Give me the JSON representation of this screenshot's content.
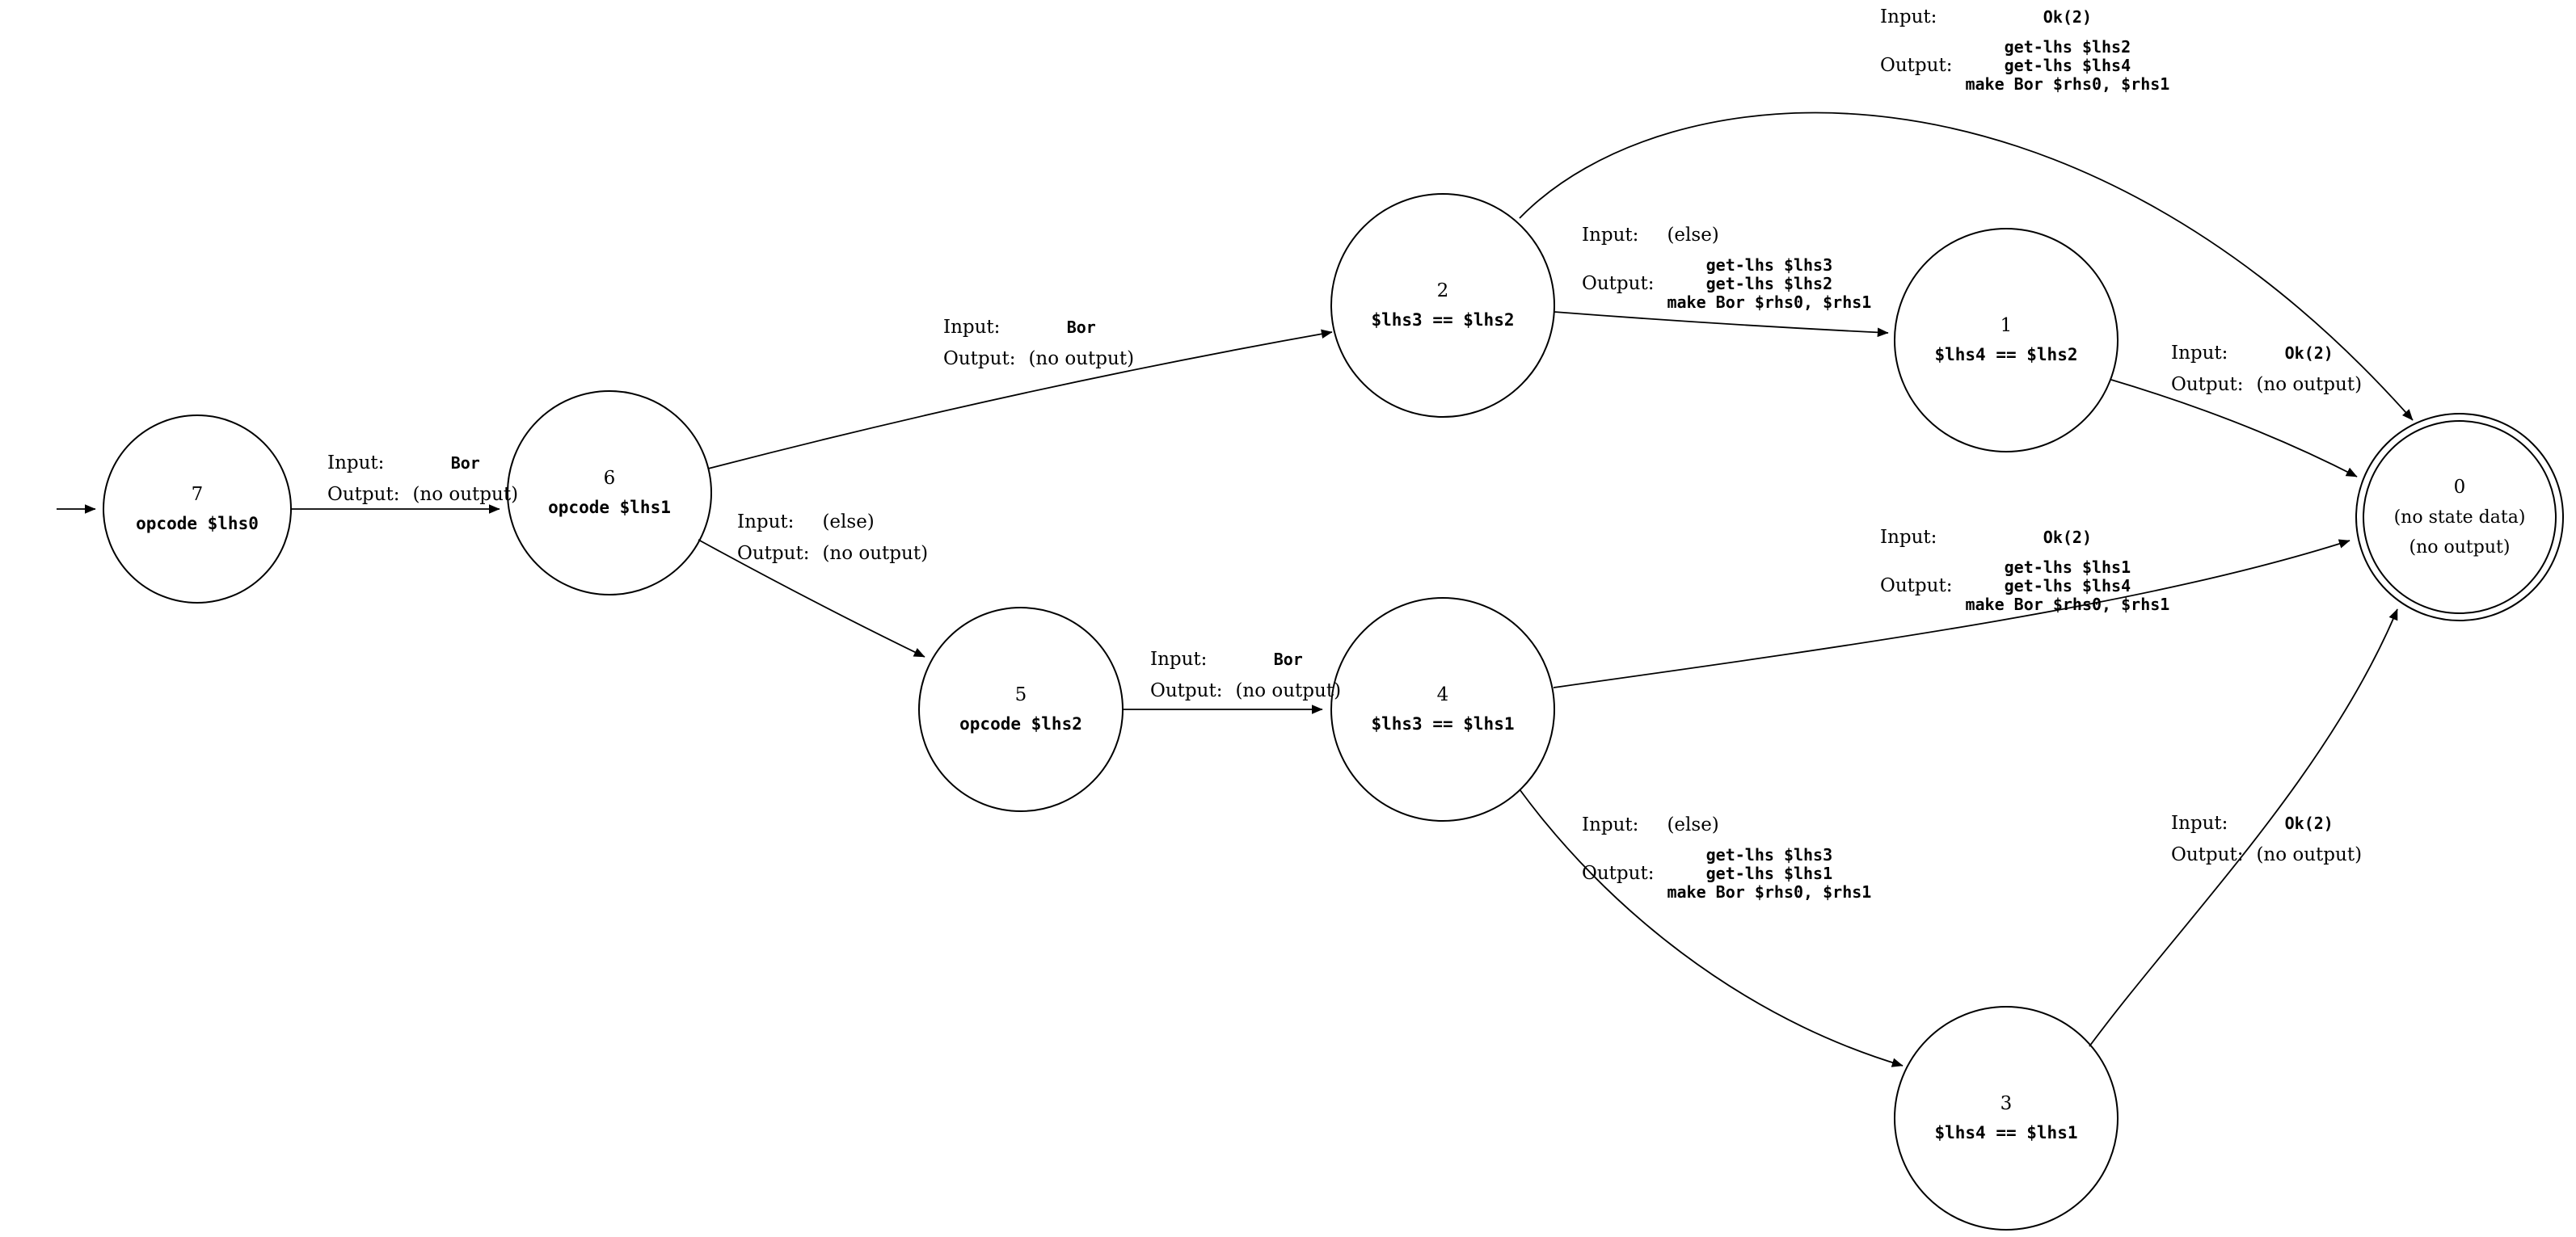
{
  "labels": {
    "input": "Input:",
    "output": "Output:"
  },
  "states": {
    "s0": {
      "number": "0",
      "line1": "(no state data)",
      "line2": "(no output)"
    },
    "s1": {
      "number": "1",
      "data": "$lhs4 == $lhs2"
    },
    "s2": {
      "number": "2",
      "data": "$lhs3 == $lhs2"
    },
    "s3": {
      "number": "3",
      "data": "$lhs4 == $lhs1"
    },
    "s4": {
      "number": "4",
      "data": "$lhs3 == $lhs1"
    },
    "s5": {
      "number": "5",
      "data": "opcode $lhs2"
    },
    "s6": {
      "number": "6",
      "data": "opcode $lhs1"
    },
    "s7": {
      "number": "7",
      "data": "opcode $lhs0"
    }
  },
  "edges": {
    "e7_6": {
      "input": "Bor",
      "output": "(no output)"
    },
    "e6_2": {
      "input": "Bor",
      "output": "(no output)"
    },
    "e6_5": {
      "input": "(else)",
      "output": "(no output)"
    },
    "e2_1": {
      "input": "(else)",
      "output": "get-lhs $lhs3\nget-lhs $lhs2\nmake Bor $rhs0, $rhs1"
    },
    "e2_0": {
      "input": "Ok(2)",
      "output": "get-lhs $lhs2\nget-lhs $lhs4\nmake Bor $rhs0, $rhs1"
    },
    "e1_0": {
      "input": "Ok(2)",
      "output": "(no output)"
    },
    "e5_4": {
      "input": "Bor",
      "output": "(no output)"
    },
    "e4_0": {
      "input": "Ok(2)",
      "output": "get-lhs $lhs1\nget-lhs $lhs4\nmake Bor $rhs0, $rhs1"
    },
    "e4_3": {
      "input": "(else)",
      "output": "get-lhs $lhs3\nget-lhs $lhs1\nmake Bor $rhs0, $rhs1"
    },
    "e3_0": {
      "input": "Ok(2)",
      "output": "(no output)"
    }
  }
}
